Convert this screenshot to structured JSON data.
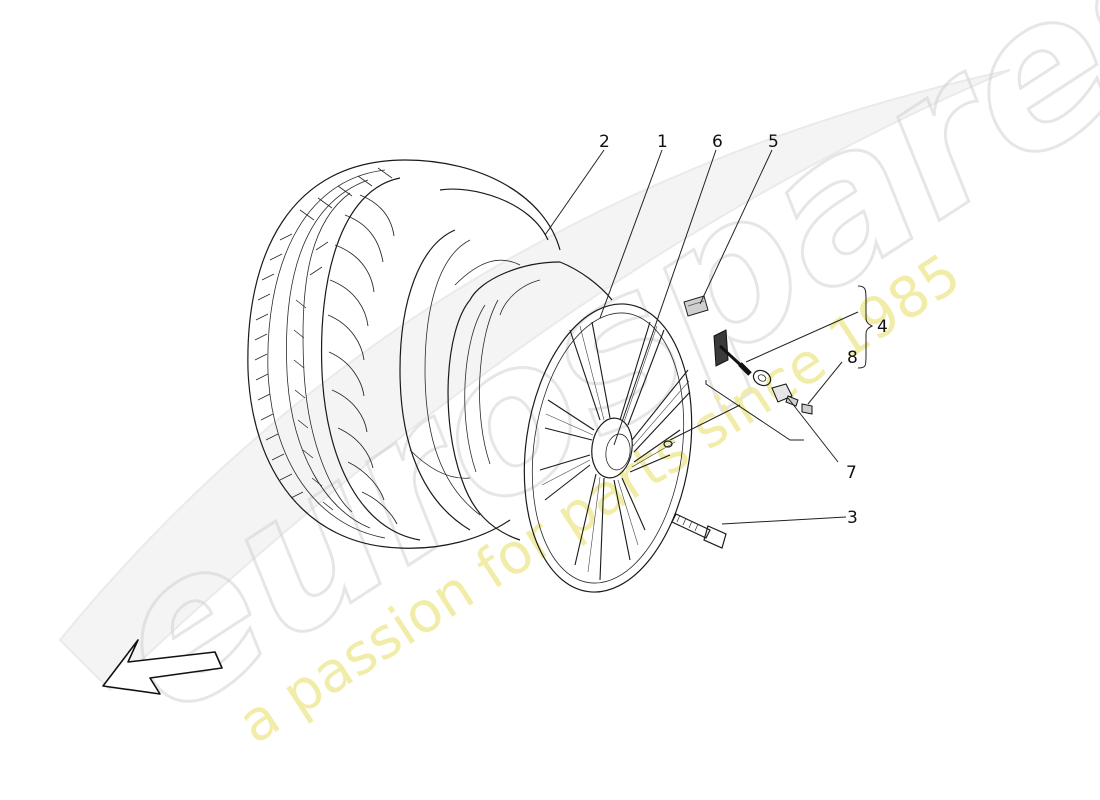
{
  "callouts": [
    {
      "id": "1",
      "text": "1"
    },
    {
      "id": "2",
      "text": "2"
    },
    {
      "id": "3",
      "text": "3"
    },
    {
      "id": "4",
      "text": "4"
    },
    {
      "id": "5",
      "text": "5"
    },
    {
      "id": "6",
      "text": "6"
    },
    {
      "id": "7",
      "text": "7"
    },
    {
      "id": "8",
      "text": "8"
    }
  ],
  "watermark": {
    "brand": "eurospares",
    "tagline": "a passion for parts since 1985"
  }
}
